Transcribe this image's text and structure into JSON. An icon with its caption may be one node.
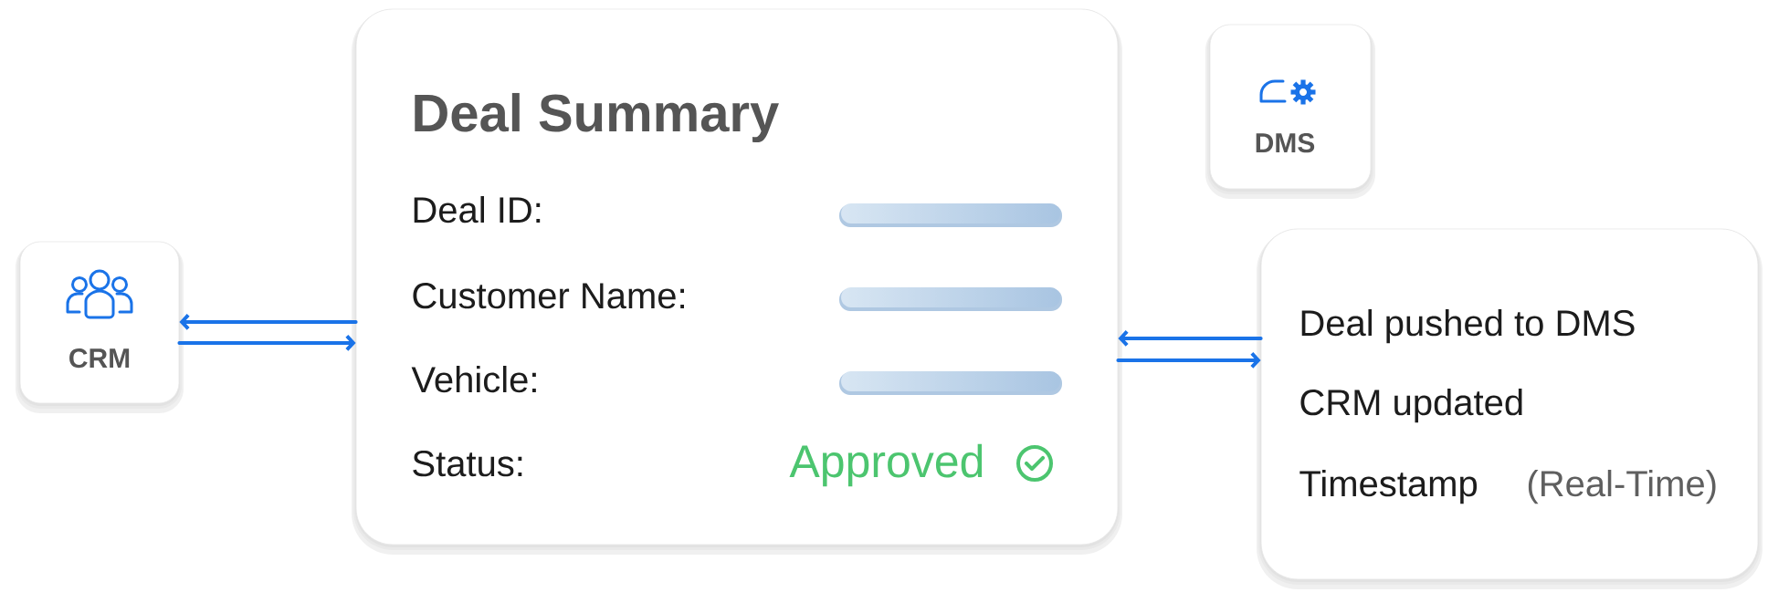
{
  "diagram": {
    "nodes": [
      {
        "text": [
          "CRM"
        ]
      },
      {
        "text": [
          "Deal Summary",
          "Deal ID:",
          "Customer Name:",
          "Vehicle:",
          "Status:",
          "Approved"
        ]
      },
      {
        "text": [
          "DMS"
        ]
      },
      {
        "text": [
          "Deal pushed to DMS",
          "CRM updated",
          "Timestamp",
          "(Real-Time)"
        ]
      }
    ],
    "edges": [
      {
        "from": 1,
        "to": 0,
        "arrow": "to"
      },
      {
        "from": 0,
        "to": 1,
        "arrow": "to"
      },
      {
        "from": 3,
        "to": 1,
        "arrow": "to"
      },
      {
        "from": 1,
        "to": 3,
        "arrow": "to"
      }
    ]
  }
}
